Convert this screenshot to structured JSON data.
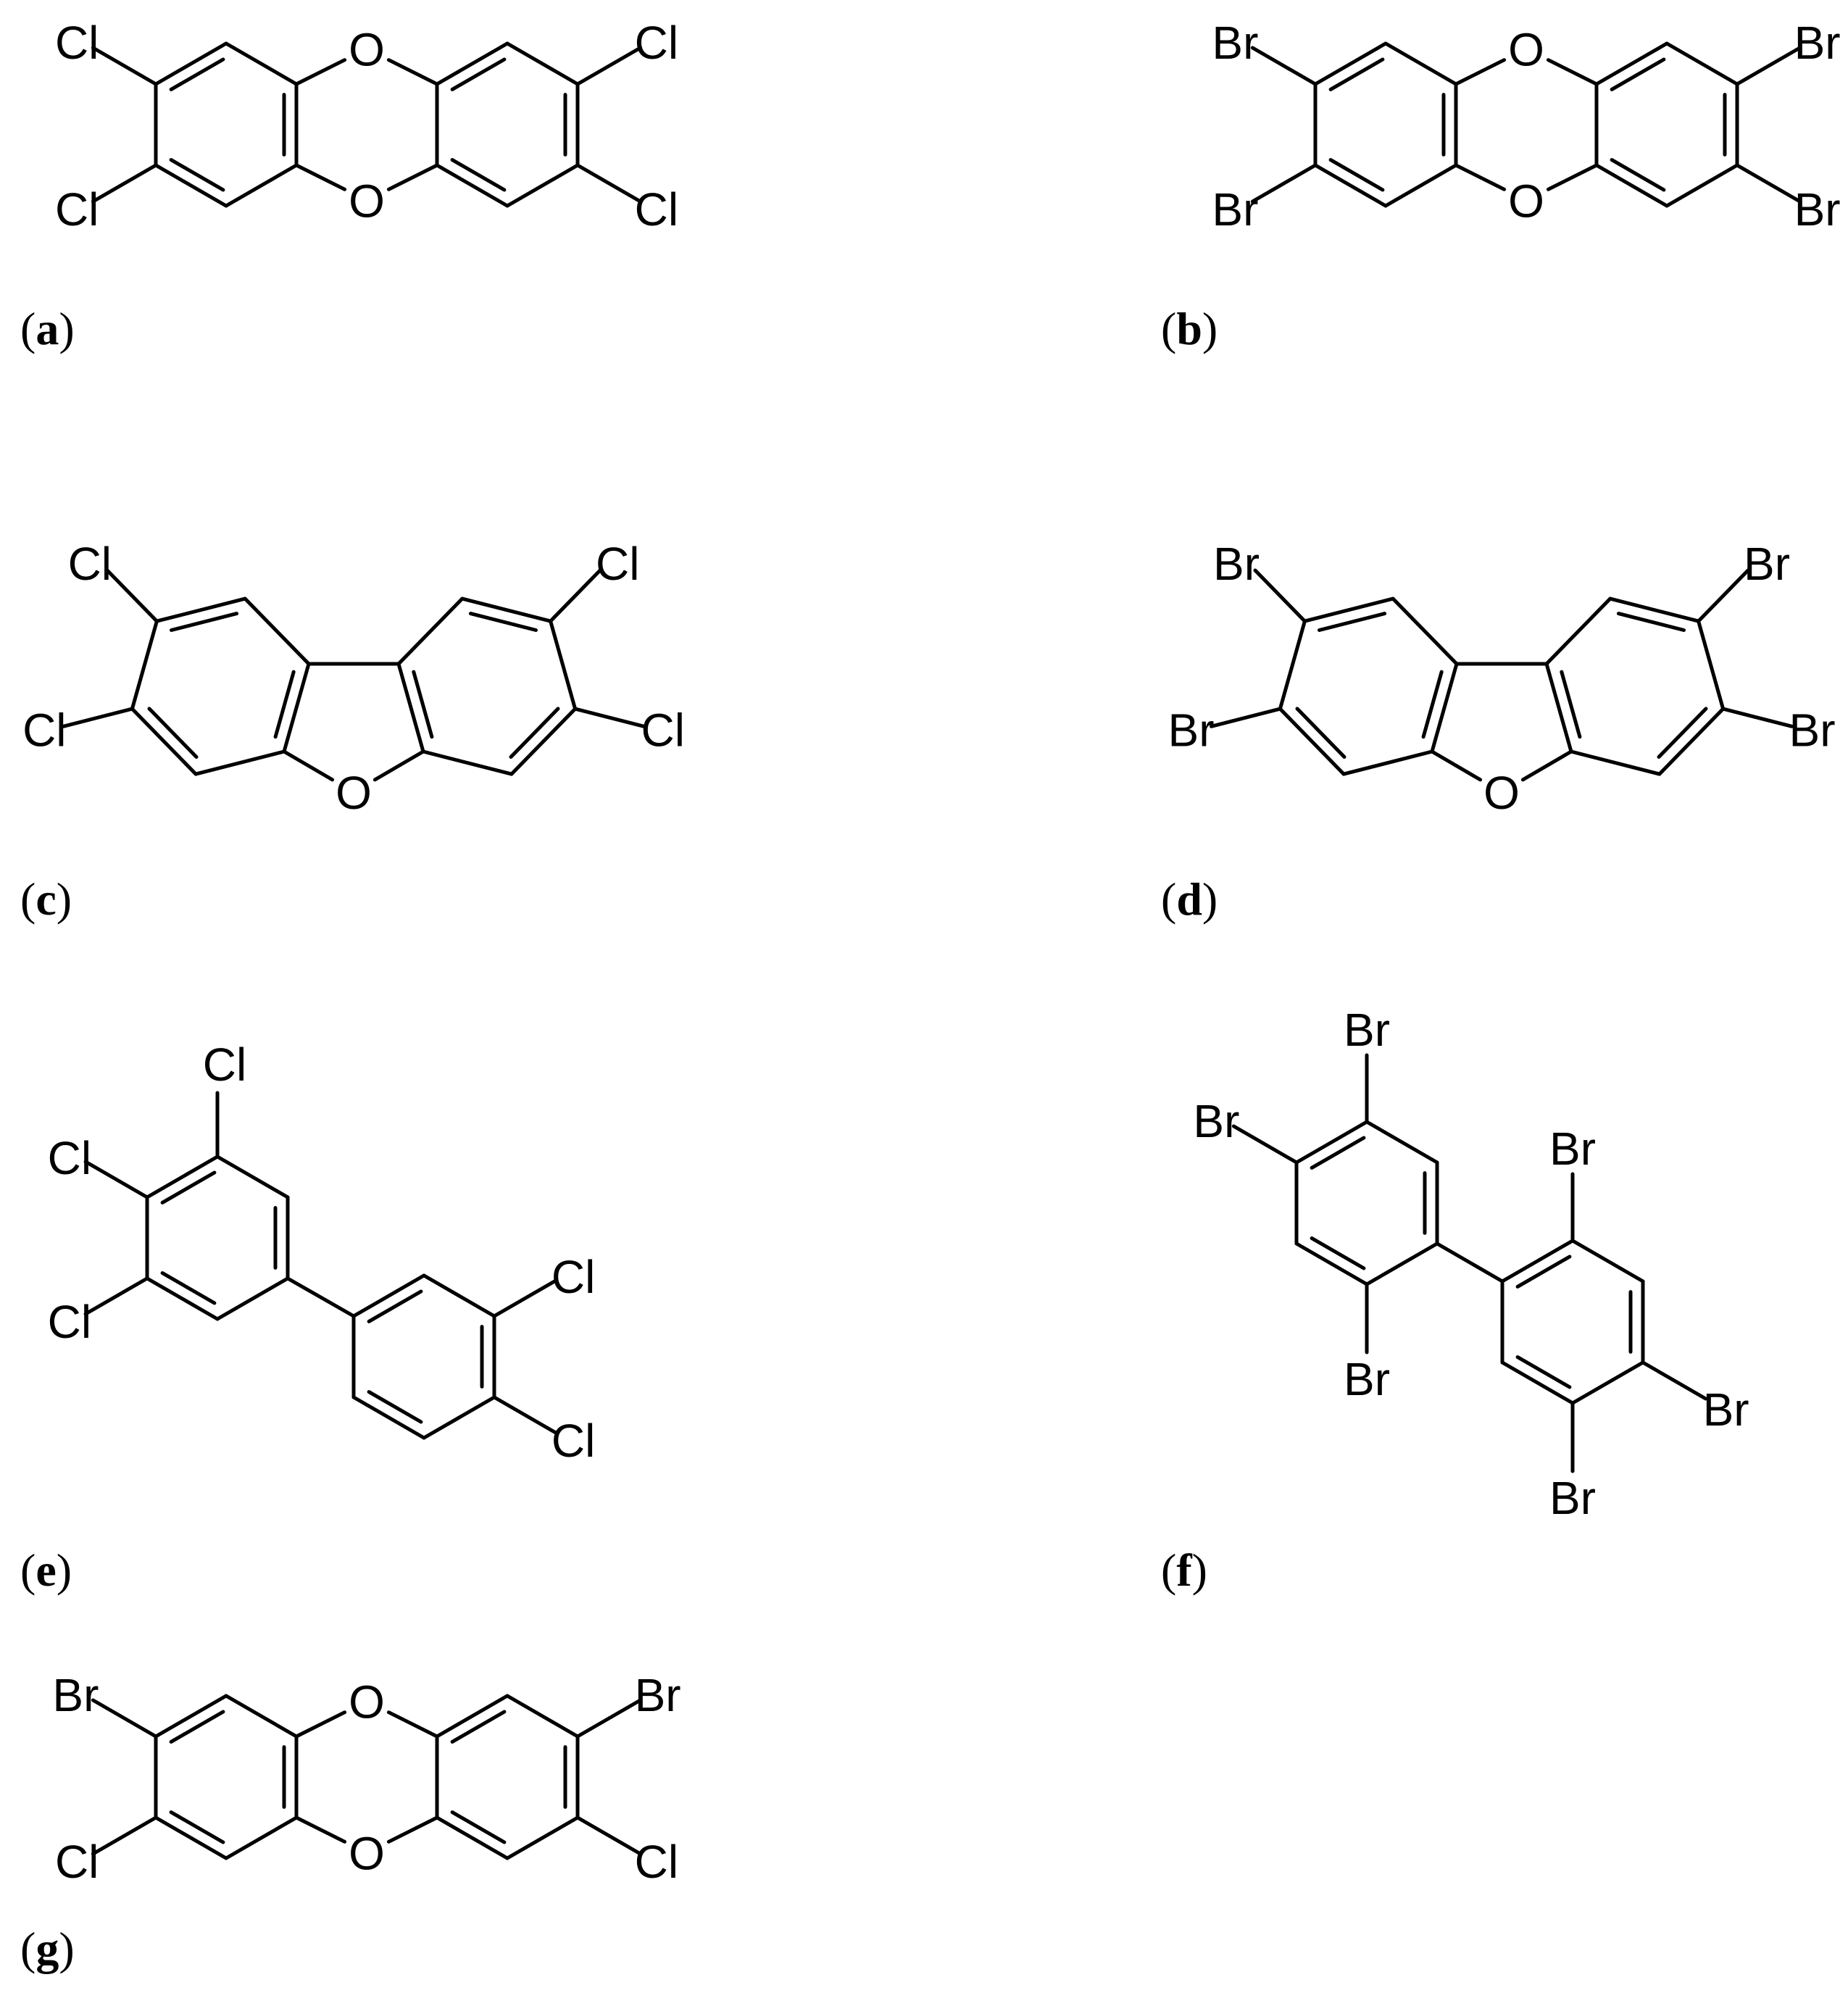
{
  "figure": {
    "panels": [
      {
        "id": "a",
        "label": "a",
        "atoms": [
          "Cl",
          "Cl",
          "O",
          "O",
          "Cl",
          "Cl"
        ]
      },
      {
        "id": "b",
        "label": "b",
        "atoms": [
          "Br",
          "Br",
          "O",
          "O",
          "Br",
          "Br"
        ]
      },
      {
        "id": "c",
        "label": "c",
        "atoms": [
          "Cl",
          "Cl",
          "Cl",
          "Cl",
          "O"
        ]
      },
      {
        "id": "d",
        "label": "d",
        "atoms": [
          "Br",
          "Br",
          "Br",
          "Br",
          "O"
        ]
      },
      {
        "id": "e",
        "label": "e",
        "atoms": [
          "Cl",
          "Cl",
          "Cl",
          "Cl",
          "Cl"
        ]
      },
      {
        "id": "f",
        "label": "f",
        "atoms": [
          "Br",
          "Br",
          "Br",
          "Br",
          "Br",
          "Br"
        ]
      },
      {
        "id": "g",
        "label": "g",
        "atoms": [
          "Br",
          "Cl",
          "O",
          "O",
          "Br",
          "Cl"
        ]
      }
    ]
  },
  "colors": {
    "stroke": "#000000",
    "background": "#ffffff"
  }
}
